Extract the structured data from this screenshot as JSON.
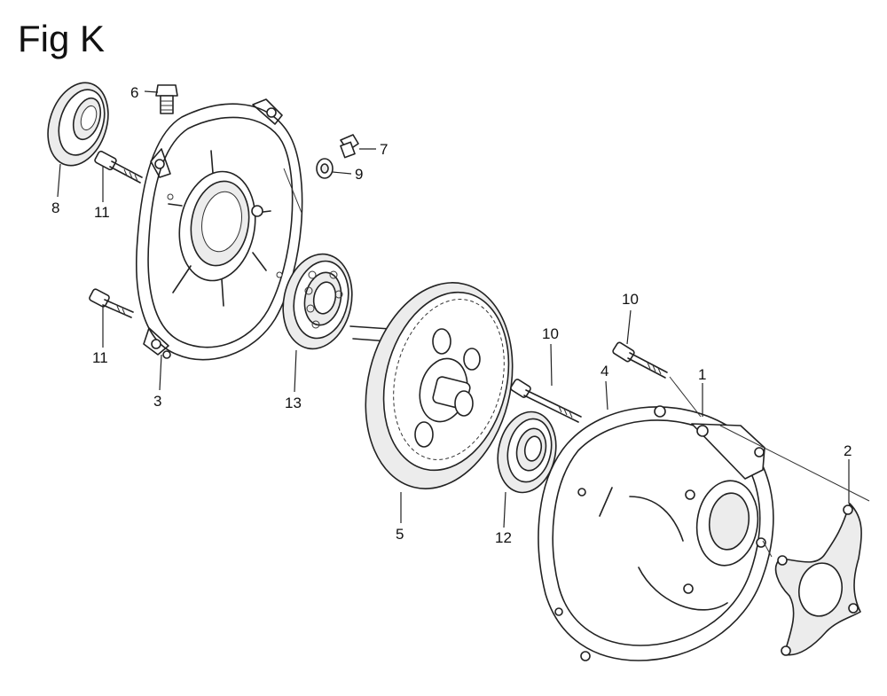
{
  "figure": {
    "title": "Fig K",
    "callouts": {
      "p1": "1",
      "p2": "2",
      "p3": "3",
      "p4": "4",
      "p5": "5",
      "p6": "6",
      "p7": "7",
      "p8": "8",
      "p9": "9",
      "p10a": "10",
      "p10b": "10",
      "p11a": "11",
      "p11b": "11",
      "p12": "12",
      "p13": "13"
    }
  }
}
